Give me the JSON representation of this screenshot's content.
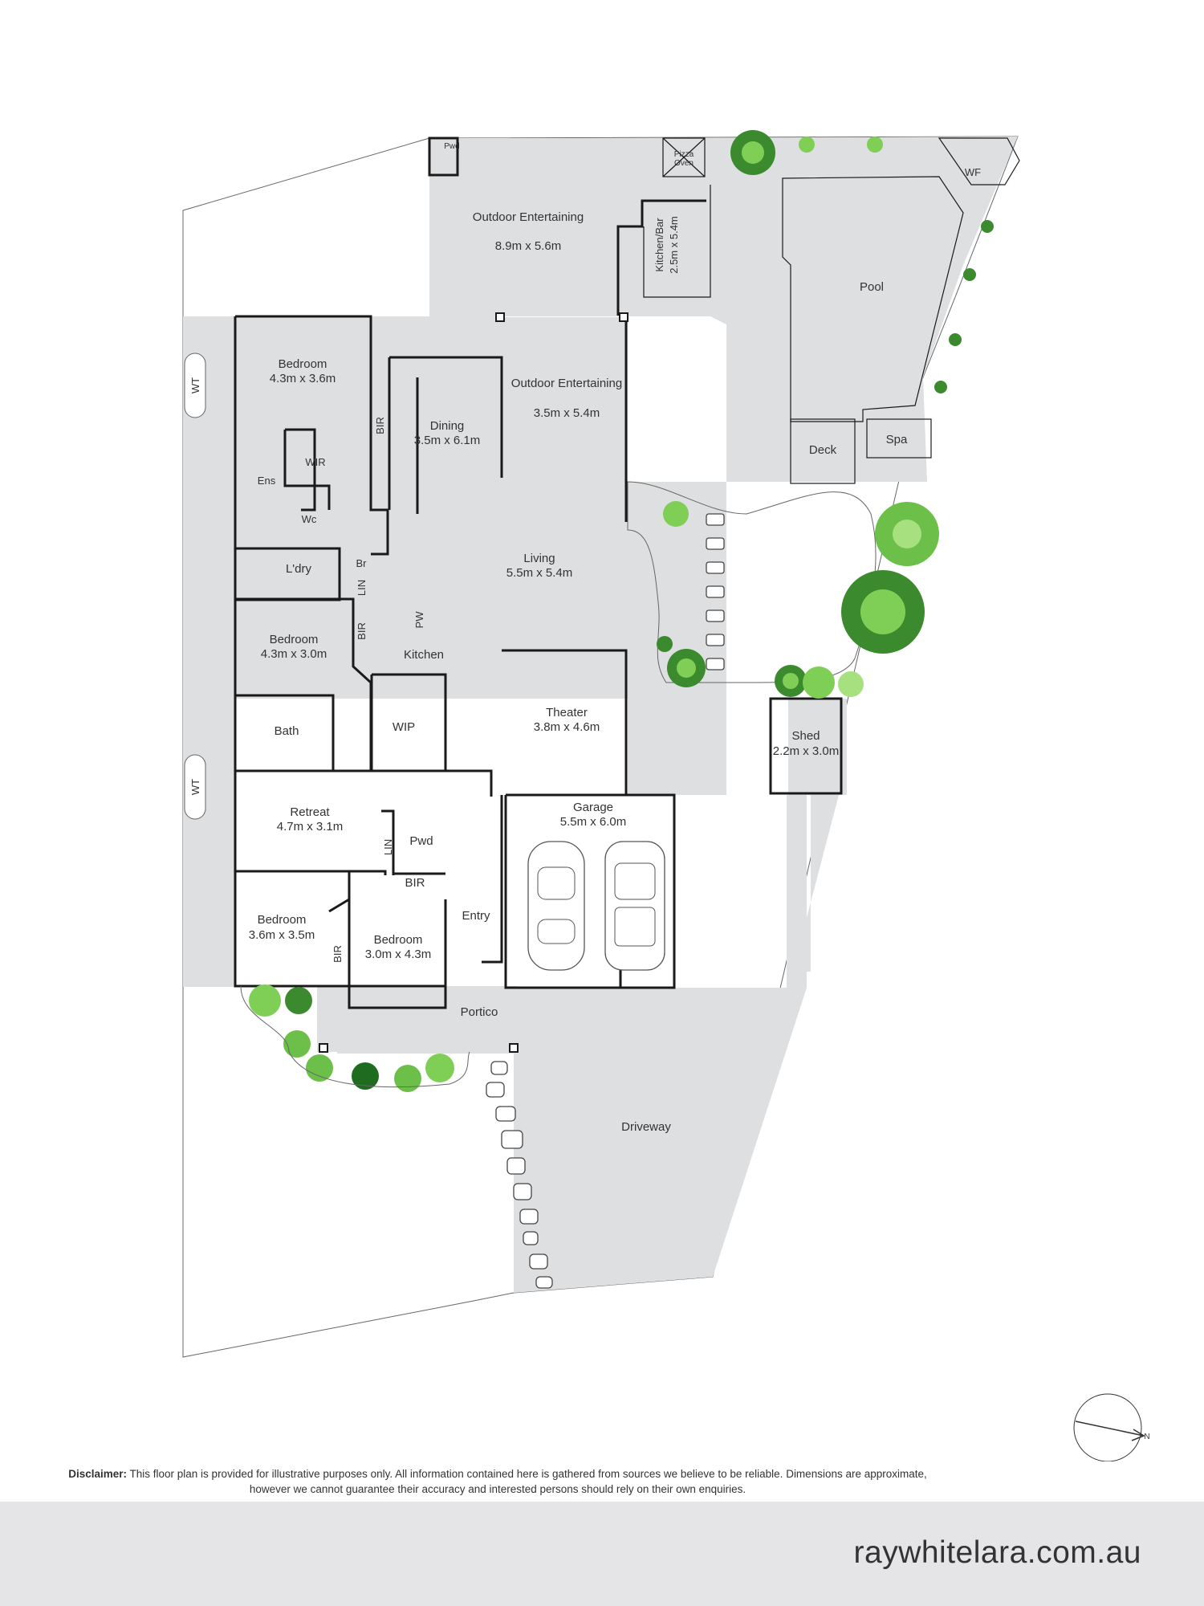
{
  "rooms": [
    {
      "id": "outdoor-entertaining-1",
      "name": "Outdoor Entertaining",
      "name2": "",
      "dims": "8.9m x 5.6m"
    },
    {
      "id": "kitchen-bar",
      "name": "Kitchen/Bar",
      "dims": "2.5m x 5.4m"
    },
    {
      "id": "pool",
      "name": "Pool"
    },
    {
      "id": "deck",
      "name": "Deck"
    },
    {
      "id": "spa",
      "name": "Spa"
    },
    {
      "id": "wf",
      "name": "WF"
    },
    {
      "id": "pizza-oven",
      "name": "Pizza",
      "name2": "Oven"
    },
    {
      "id": "pwd-outdoor",
      "name": "Pwd"
    },
    {
      "id": "bedroom-1",
      "name": "Bedroom",
      "dims": "4.3m x 3.6m"
    },
    {
      "id": "dining",
      "name": "Dining",
      "dims": "3.5m x 6.1m"
    },
    {
      "id": "outdoor-entertaining-2",
      "name": "Outdoor Entertaining",
      "dims": "3.5m x 5.4m"
    },
    {
      "id": "living",
      "name": "Living",
      "dims": "5.5m x 5.4m"
    },
    {
      "id": "ens",
      "name": "Ens"
    },
    {
      "id": "wir",
      "name": "WIR"
    },
    {
      "id": "wc",
      "name": "Wc"
    },
    {
      "id": "laundry",
      "name": "L'dry"
    },
    {
      "id": "br",
      "name": "Br"
    },
    {
      "id": "lin-1",
      "name": "LIN"
    },
    {
      "id": "bir-1",
      "name": "BIR"
    },
    {
      "id": "bir-2",
      "name": "BIR"
    },
    {
      "id": "pw",
      "name": "PW"
    },
    {
      "id": "bedroom-2",
      "name": "Bedroom",
      "dims": "4.3m x 3.0m"
    },
    {
      "id": "kitchen",
      "name": "Kitchen"
    },
    {
      "id": "bath",
      "name": "Bath"
    },
    {
      "id": "wip",
      "name": "WIP"
    },
    {
      "id": "theater",
      "name": "Theater",
      "dims": "3.8m x 4.6m"
    },
    {
      "id": "shed",
      "name": "Shed",
      "dims": "2.2m x 3.0m"
    },
    {
      "id": "retreat",
      "name": "Retreat",
      "dims": "4.7m x 3.1m"
    },
    {
      "id": "lin-2",
      "name": "LIN"
    },
    {
      "id": "pwd",
      "name": "Pwd"
    },
    {
      "id": "bir-3",
      "name": "BIR"
    },
    {
      "id": "garage",
      "name": "Garage",
      "dims": "5.5m x 6.0m"
    },
    {
      "id": "bedroom-3",
      "name": "Bedroom",
      "dims": "3.6m x 3.5m"
    },
    {
      "id": "bir-4",
      "name": "BIR"
    },
    {
      "id": "bedroom-4",
      "name": "Bedroom",
      "dims": "3.0m x 4.3m"
    },
    {
      "id": "entry",
      "name": "Entry"
    },
    {
      "id": "portico",
      "name": "Portico"
    },
    {
      "id": "driveway",
      "name": "Driveway"
    },
    {
      "id": "wt-1",
      "name": "WT"
    },
    {
      "id": "wt-2",
      "name": "WT"
    }
  ],
  "compass": {
    "label": "N"
  },
  "disclaimer": {
    "label": "Disclaimer:",
    "text": "This floor plan is provided for illustrative purposes only. All information contained here is gathered from sources we believe to be reliable. Dimensions are approximate, however we cannot guarantee their accuracy and interested persons should rely on their own enquiries."
  },
  "footer": {
    "website": "raywhitelara.com.au"
  },
  "colors": {
    "paved": "#dedfe1",
    "wall": "#1a1a1a",
    "footer_bg": "#e5e5e7",
    "plant_dark": "#3b8a2e",
    "plant_light": "#7fcf56"
  }
}
